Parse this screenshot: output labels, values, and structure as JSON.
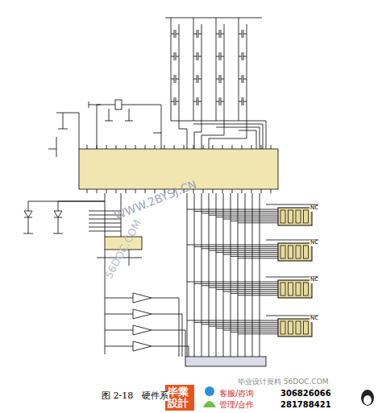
{
  "diagram": {
    "caption": "图 2-18　硬件系",
    "labels": [
      "WWW.2BYSJ.CN",
      "56DOC.COM",
      "NC",
      "NC",
      "NC",
      "NC",
      "毕業設計",
      "毕业设计资料 56DOC.COM",
      "客服/咨询",
      "306826066",
      "管理/合作",
      "281788421"
    ]
  }
}
